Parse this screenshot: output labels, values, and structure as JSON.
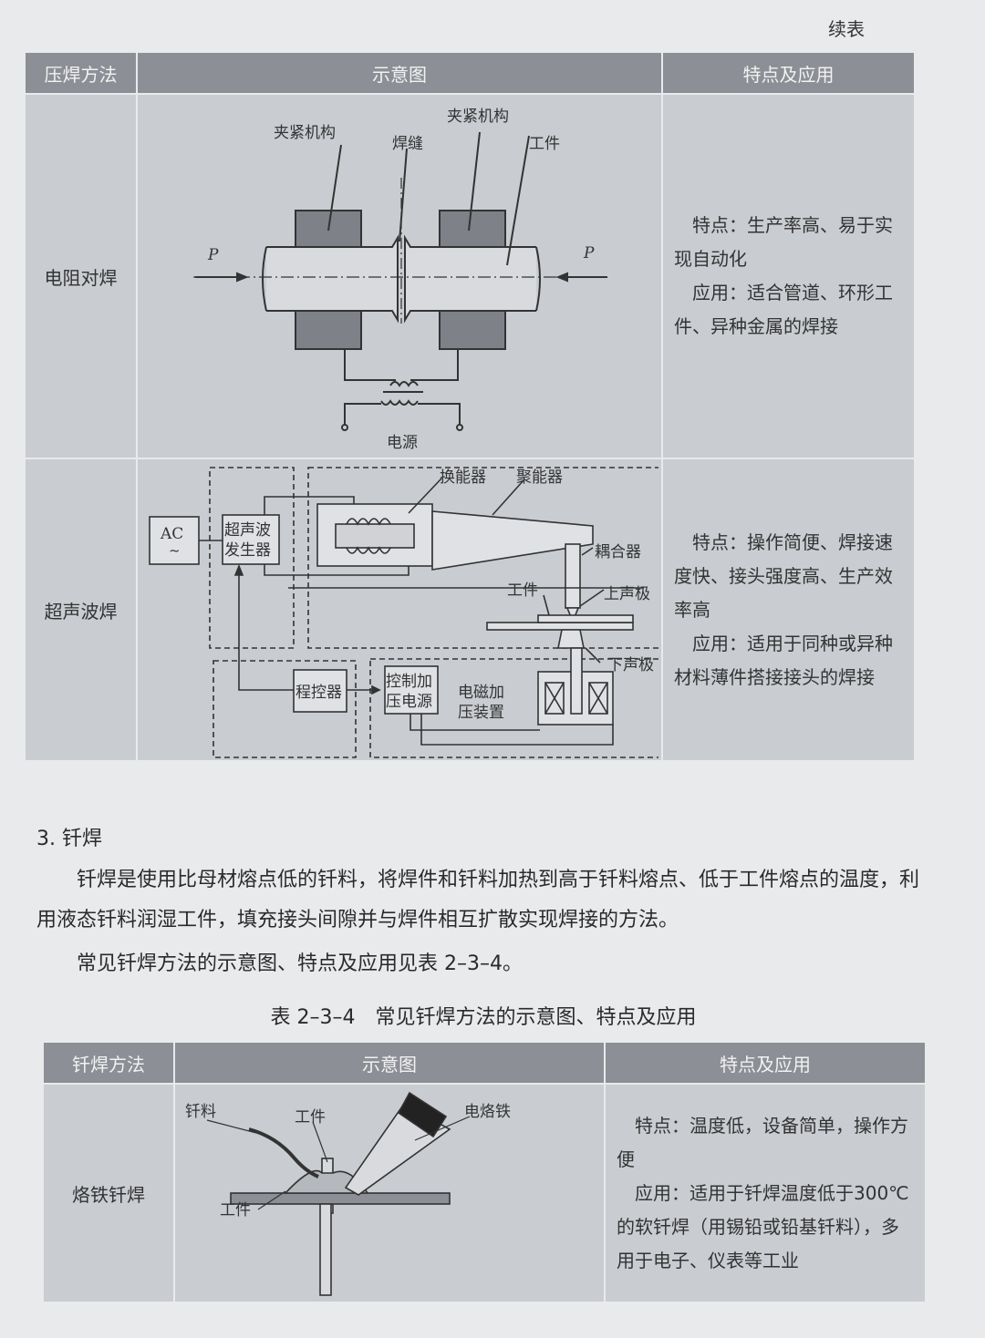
{
  "page_label": "续表",
  "table1": {
    "headers": [
      "压焊方法",
      "示意图",
      "特点及应用"
    ],
    "rows": [
      {
        "method": "电阻对焊",
        "features": "特点：生产率高、易于实现自动化",
        "applications": "应用：适合管道、环形工件、异种金属的焊接",
        "diagram_labels": {
          "clamp_left": "夹紧机构",
          "clamp_right": "夹紧机构",
          "weld_seam": "焊缝",
          "workpiece": "工件",
          "force_left": "P",
          "force_right": "P",
          "power": "电源"
        }
      },
      {
        "method": "超声波焊",
        "features": "特点：操作简便、焊接速度快、接头强度高、生产效率高",
        "applications": "应用：适用于同种或异种材料薄件搭接接头的焊接",
        "diagram_labels": {
          "ac": "AC",
          "ac_sym": "~",
          "generator_1": "超声波",
          "generator_2": "发生器",
          "transducer": "换能器",
          "concentrator": "聚能器",
          "coupler": "耦合器",
          "upper_electrode": "上声极",
          "workpiece": "工件",
          "lower_electrode": "下声极",
          "programmer": "程控器",
          "control_1": "控制加",
          "control_2": "压电源",
          "press_1": "电磁加",
          "press_2": "压装置"
        }
      }
    ]
  },
  "section_title": "3. 钎焊",
  "paragraph1": "钎焊是使用比母材熔点低的钎料，将焊件和钎料加热到高于钎料熔点、低于工件熔点的温度，利用液态钎料润湿工件，填充接头间隙并与焊件相互扩散实现焊接的方法。",
  "paragraph2": "常见钎焊方法的示意图、特点及应用见表 2–3–4。",
  "table2_caption": "表 2–3–4　常见钎焊方法的示意图、特点及应用",
  "table2": {
    "headers": [
      "钎焊方法",
      "示意图",
      "特点及应用"
    ],
    "rows": [
      {
        "method": "烙铁钎焊",
        "features": "特点：温度低，设备简单，操作方便",
        "applications": "应用：适用于钎焊温度低于300℃的软钎焊（用锡铅或铅基钎料），多用于电子、仪表等工业",
        "diagram_labels": {
          "filler": "钎料",
          "workpiece_top": "工件",
          "iron": "电烙铁",
          "workpiece_left": "工件"
        }
      }
    ]
  }
}
